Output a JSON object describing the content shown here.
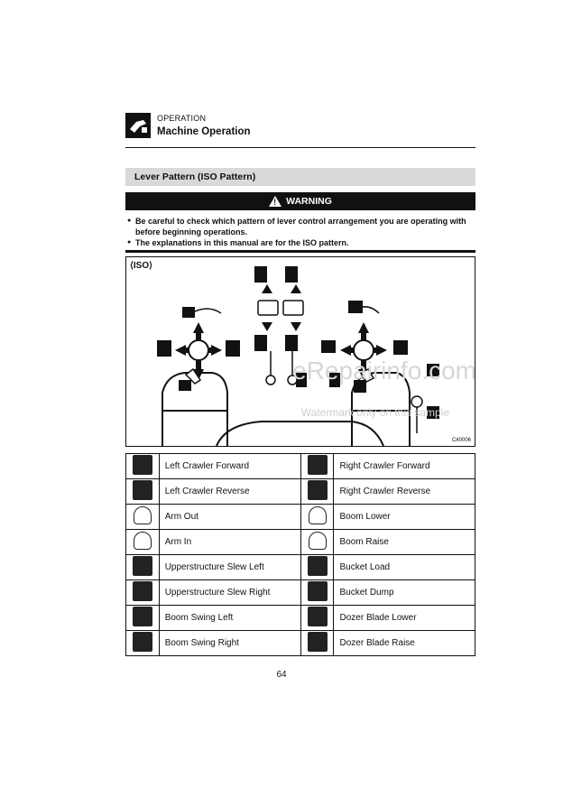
{
  "header": {
    "category": "OPERATION",
    "title": "Machine Operation"
  },
  "section_title": "Lever Pattern (ISO Pattern)",
  "warning": {
    "label": "WARNING",
    "bullets": [
      "Be careful to check which pattern of lever control arrangement you are operating with before beginning operations.",
      "The explanations in this manual are for the ISO pattern."
    ]
  },
  "figure": {
    "label": "⟨ISO⟩",
    "code": "C40006"
  },
  "watermark": {
    "line1": "eRepairinfo.com",
    "line2": "Watermark only on this sample"
  },
  "legend": {
    "rows": [
      {
        "left": {
          "icon": "left-crawler-forward-icon",
          "label": "Left Crawler Forward"
        },
        "right": {
          "icon": "right-crawler-forward-icon",
          "label": "Right Crawler Forward"
        }
      },
      {
        "left": {
          "icon": "left-crawler-reverse-icon",
          "label": "Left Crawler Reverse"
        },
        "right": {
          "icon": "right-crawler-reverse-icon",
          "label": "Right Crawler Reverse"
        }
      },
      {
        "left": {
          "icon": "arm-out-icon",
          "label": "Arm Out"
        },
        "right": {
          "icon": "boom-lower-icon",
          "label": "Boom Lower"
        }
      },
      {
        "left": {
          "icon": "arm-in-icon",
          "label": "Arm In"
        },
        "right": {
          "icon": "boom-raise-icon",
          "label": "Boom Raise"
        }
      },
      {
        "left": {
          "icon": "slew-left-icon",
          "label": "Upperstructure Slew Left"
        },
        "right": {
          "icon": "bucket-load-icon",
          "label": "Bucket Load"
        }
      },
      {
        "left": {
          "icon": "slew-right-icon",
          "label": "Upperstructure Slew Right"
        },
        "right": {
          "icon": "bucket-dump-icon",
          "label": "Bucket Dump"
        }
      },
      {
        "left": {
          "icon": "boom-swing-left-icon",
          "label": "Boom Swing Left"
        },
        "right": {
          "icon": "dozer-blade-lower-icon",
          "label": "Dozer Blade Lower"
        }
      },
      {
        "left": {
          "icon": "boom-swing-right-icon",
          "label": "Boom Swing Right"
        },
        "right": {
          "icon": "dozer-blade-raise-icon",
          "label": "Dozer Blade Raise"
        }
      }
    ]
  },
  "page_number": "64"
}
